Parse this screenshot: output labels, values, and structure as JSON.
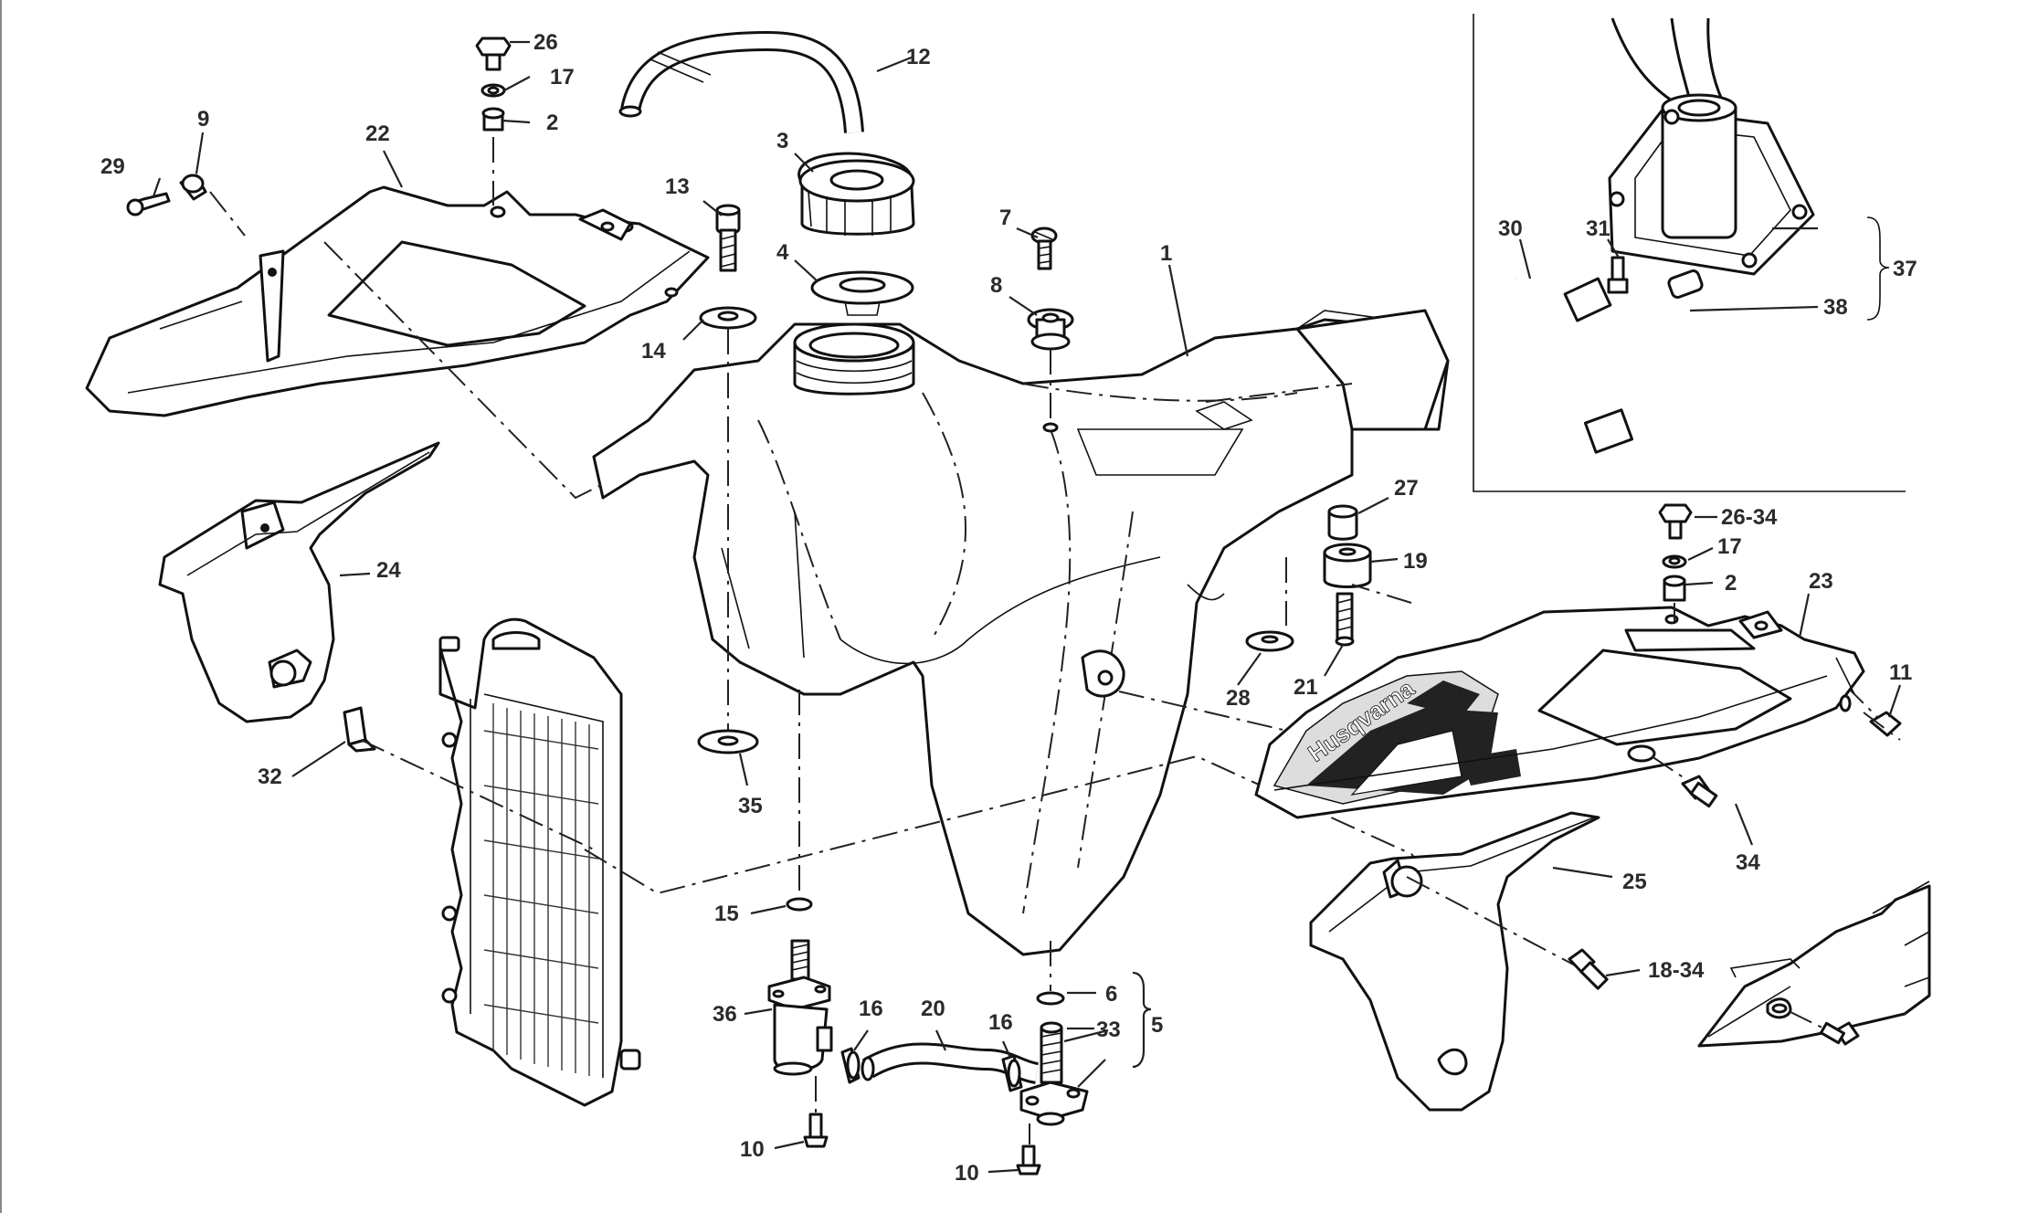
{
  "diagram": {
    "labels": [
      {
        "id": "26-top",
        "text": "26"
      },
      {
        "id": "17-top",
        "text": "17"
      },
      {
        "id": "2-top",
        "text": "2"
      },
      {
        "id": "12",
        "text": "12"
      },
      {
        "id": "9",
        "text": "9"
      },
      {
        "id": "29",
        "text": "29"
      },
      {
        "id": "22",
        "text": "22"
      },
      {
        "id": "3",
        "text": "3"
      },
      {
        "id": "13",
        "text": "13"
      },
      {
        "id": "7",
        "text": "7"
      },
      {
        "id": "1",
        "text": "1"
      },
      {
        "id": "4",
        "text": "4"
      },
      {
        "id": "8",
        "text": "8"
      },
      {
        "id": "14",
        "text": "14"
      },
      {
        "id": "30",
        "text": "30"
      },
      {
        "id": "31",
        "text": "31"
      },
      {
        "id": "37",
        "text": "37"
      },
      {
        "id": "38",
        "text": "38"
      },
      {
        "id": "27",
        "text": "27"
      },
      {
        "id": "19",
        "text": "19"
      },
      {
        "id": "26-34",
        "text": "26-34"
      },
      {
        "id": "17-right",
        "text": "17"
      },
      {
        "id": "2-right",
        "text": "2"
      },
      {
        "id": "23",
        "text": "23"
      },
      {
        "id": "24",
        "text": "24"
      },
      {
        "id": "28",
        "text": "28"
      },
      {
        "id": "21",
        "text": "21"
      },
      {
        "id": "11",
        "text": "11"
      },
      {
        "id": "32",
        "text": "32"
      },
      {
        "id": "35",
        "text": "35"
      },
      {
        "id": "34",
        "text": "34"
      },
      {
        "id": "25",
        "text": "25"
      },
      {
        "id": "15",
        "text": "15"
      },
      {
        "id": "18-34",
        "text": "18-34"
      },
      {
        "id": "6",
        "text": "6"
      },
      {
        "id": "5",
        "text": "5"
      },
      {
        "id": "36",
        "text": "36"
      },
      {
        "id": "16-left",
        "text": "16"
      },
      {
        "id": "20",
        "text": "20"
      },
      {
        "id": "16-right",
        "text": "16"
      },
      {
        "id": "33",
        "text": "33"
      },
      {
        "id": "10-left",
        "text": "10"
      },
      {
        "id": "10-right",
        "text": "10"
      }
    ],
    "brand_text": "Husqvarna"
  }
}
